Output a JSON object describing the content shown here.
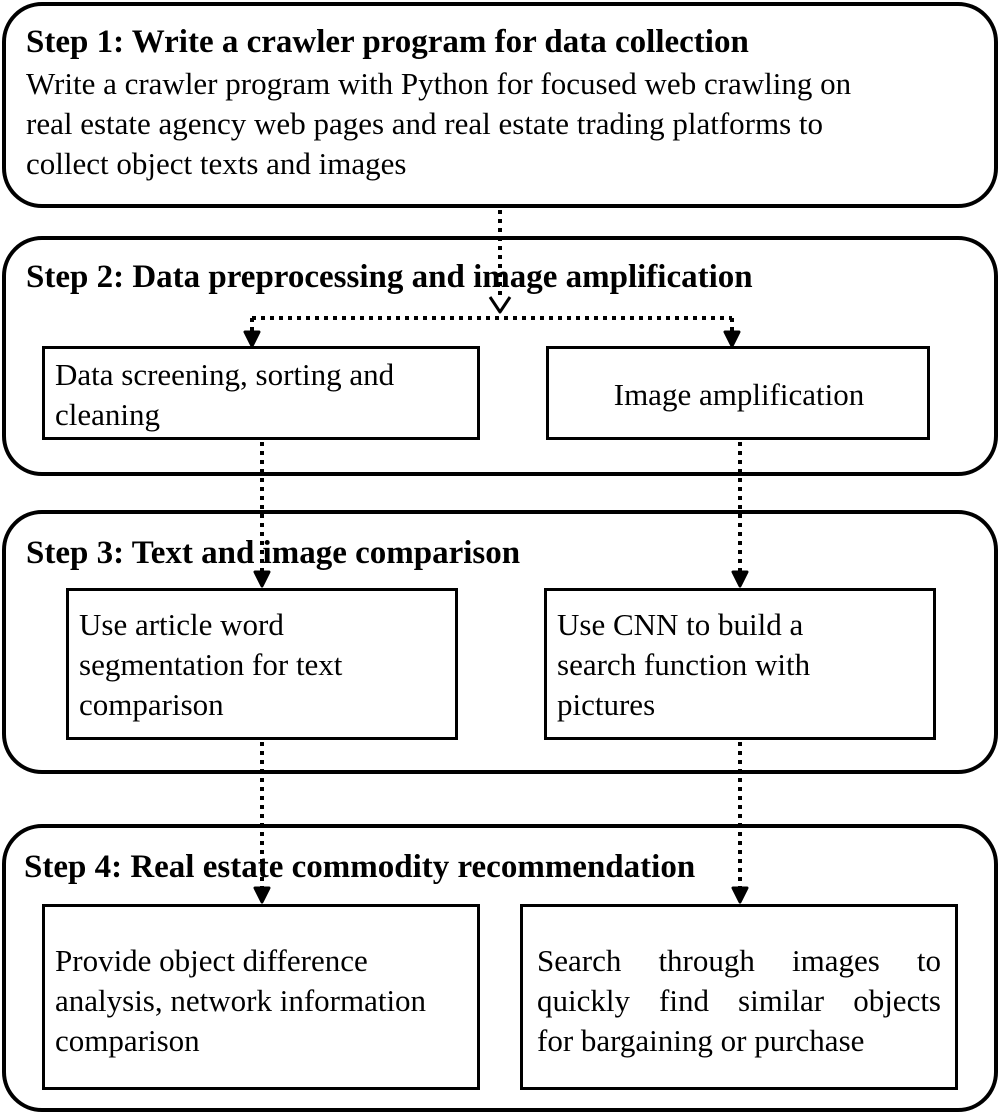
{
  "step1": {
    "title": "Step 1: Write a crawler program for data collection",
    "lines": [
      "Write a crawler program with Python for focused web crawling on",
      "real estate agency web pages and real estate trading platforms to",
      "collect object texts and images"
    ]
  },
  "step2": {
    "title": "Step 2: Data preprocessing and image amplification",
    "left_box": {
      "lines": [
        "Data screening, sorting and",
        "cleaning"
      ]
    },
    "right_box": {
      "lines": [
        "Image amplification"
      ]
    }
  },
  "step3": {
    "title": "Step 3: Text and image comparison",
    "left_box": {
      "lines": [
        "Use article word",
        "segmentation for text",
        "comparison"
      ]
    },
    "right_box": {
      "lines": [
        "Use CNN to build a",
        "search function with",
        "pictures"
      ]
    }
  },
  "step4": {
    "title": "Step 4: Real estate commodity recommendation",
    "left_box": {
      "lines": [
        "Provide object difference",
        "analysis, network information",
        "comparison"
      ]
    },
    "right_box": {
      "lines": [
        "Search through images to",
        "quickly find similar objects",
        "for bargaining or purchase"
      ]
    }
  }
}
